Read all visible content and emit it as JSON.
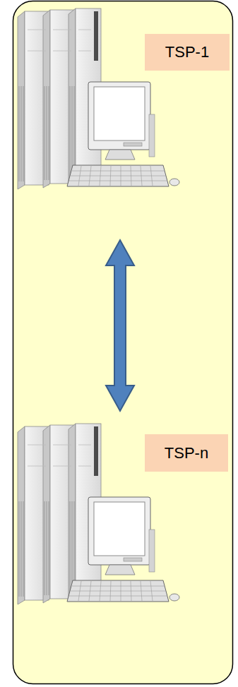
{
  "diagram": {
    "nodes": [
      {
        "text": [
          "TSP-1"
        ]
      },
      {
        "text": [
          "TSP-n"
        ]
      }
    ],
    "edges": [
      {
        "from": 0,
        "to": 1,
        "arrow": "both"
      }
    ]
  }
}
